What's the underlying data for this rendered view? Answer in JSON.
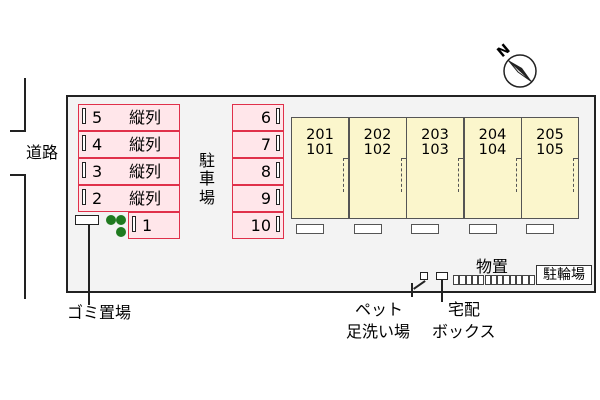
{
  "road": {
    "label": "道路"
  },
  "parking": {
    "label_lines": [
      "駐",
      "車",
      "場"
    ],
    "left_stalls": [
      {
        "num": "5",
        "type": "縦列"
      },
      {
        "num": "4",
        "type": "縦列"
      },
      {
        "num": "3",
        "type": "縦列"
      },
      {
        "num": "2",
        "type": "縦列"
      },
      {
        "num": "1",
        "type": ""
      }
    ],
    "right_stalls": [
      {
        "num": "6"
      },
      {
        "num": "7"
      },
      {
        "num": "8"
      },
      {
        "num": "9"
      },
      {
        "num": "10"
      }
    ]
  },
  "units": [
    {
      "upper": "201",
      "lower": "101"
    },
    {
      "upper": "202",
      "lower": "102"
    },
    {
      "upper": "203",
      "lower": "103"
    },
    {
      "upper": "204",
      "lower": "104"
    },
    {
      "upper": "205",
      "lower": "105"
    }
  ],
  "labels": {
    "storage": "物置",
    "bicycle": "駐輪場",
    "garbage": "ゴミ置場",
    "pet_wash_line1": "ペット",
    "pet_wash_line2": "足洗い場",
    "delivery_line1": "宅配",
    "delivery_line2": "ボックス"
  },
  "compass": {
    "letter": "N"
  },
  "colors": {
    "stall_border": "#e0304a",
    "stall_fill": "#ffe6ea",
    "unit_fill": "#fbf6cc",
    "tree": "#1f7a1f"
  }
}
